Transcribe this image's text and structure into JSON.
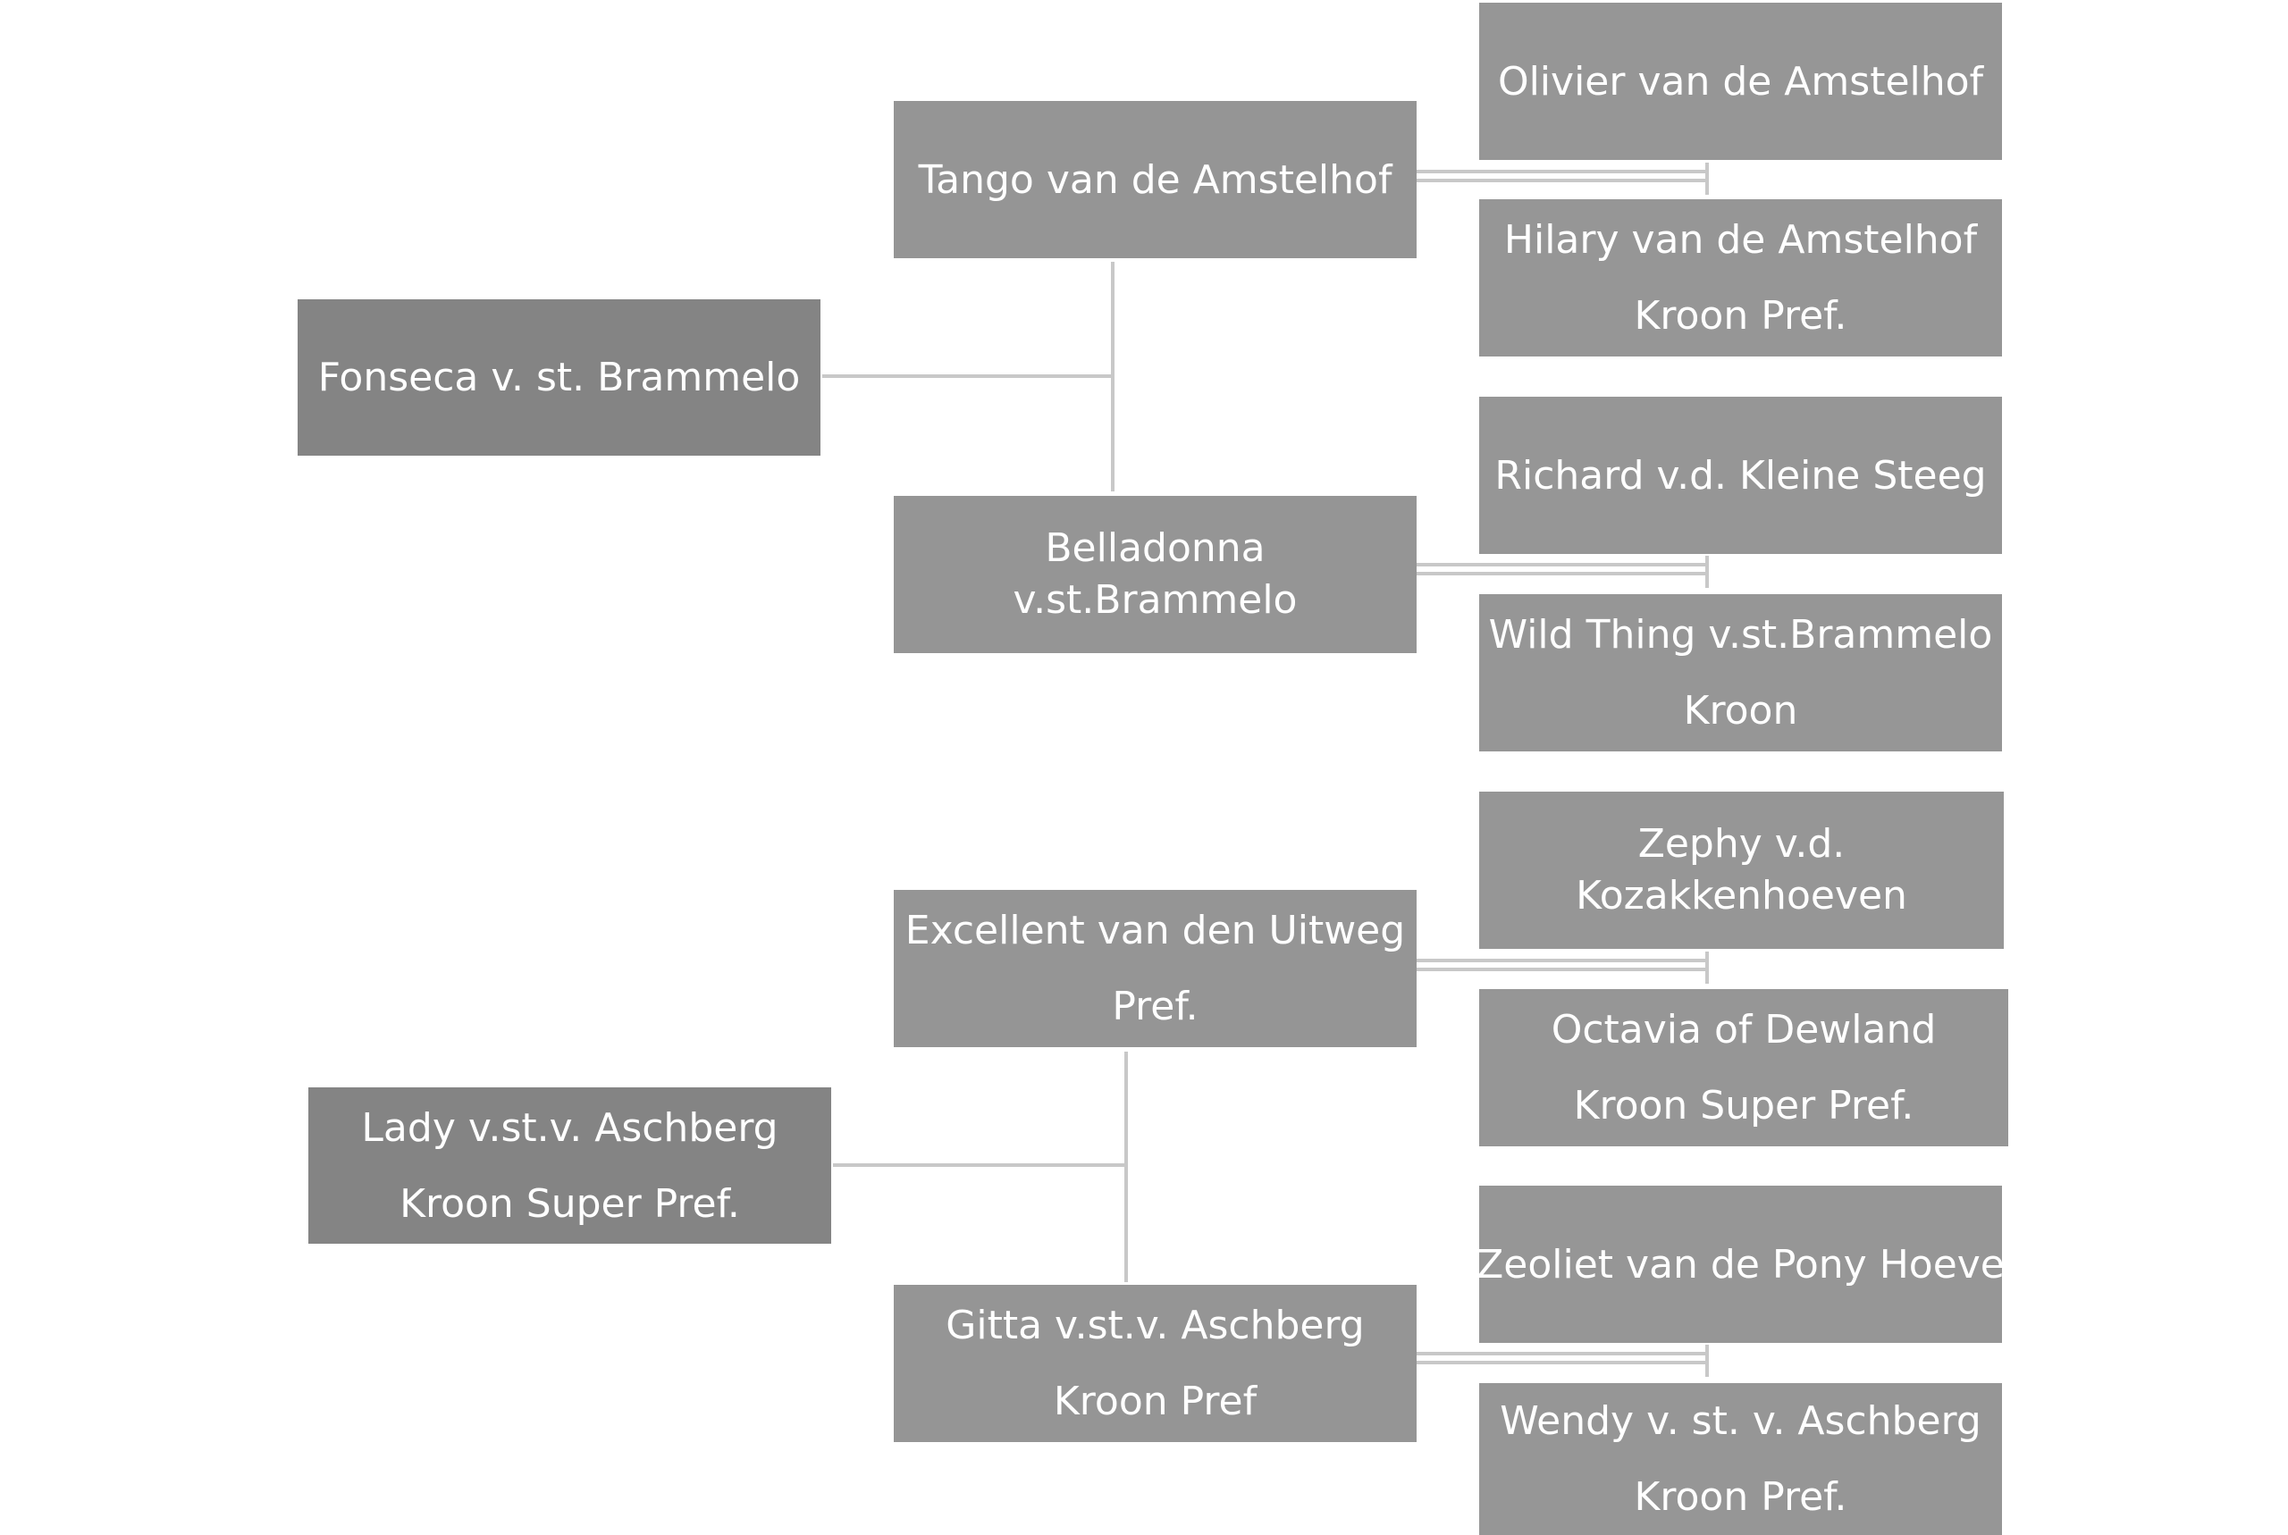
{
  "pedigree": {
    "sire_line": {
      "root": {
        "lines": [
          "Fonseca v. st. Brammelo"
        ]
      },
      "sire": {
        "lines": [
          "Tango van de Amstelhof"
        ]
      },
      "dam": {
        "lines": [
          "Belladonna",
          "v.st.Brammelo"
        ]
      },
      "sire_sire": {
        "lines": [
          "Olivier van de Amstelhof"
        ]
      },
      "sire_dam": {
        "lines": [
          "Hilary van de Amstelhof",
          "Kroon Pref."
        ]
      },
      "dam_sire": {
        "lines": [
          "Richard v.d. Kleine Steeg"
        ]
      },
      "dam_dam": {
        "lines": [
          "Wild Thing v.st.Brammelo",
          "Kroon"
        ]
      }
    },
    "dam_line": {
      "root": {
        "lines": [
          "Lady v.st.v. Aschberg",
          "Kroon Super Pref."
        ]
      },
      "sire": {
        "lines": [
          "Excellent van den Uitweg",
          "Pref."
        ]
      },
      "dam": {
        "lines": [
          "Gitta v.st.v. Aschberg",
          "Kroon Pref"
        ]
      },
      "sire_sire": {
        "lines": [
          "Zephy v.d.",
          "Kozakkenhoeven"
        ]
      },
      "sire_dam": {
        "lines": [
          "Octavia of Dewland",
          "Kroon Super Pref."
        ]
      },
      "dam_sire": {
        "lines": [
          "Zeoliet van de Pony Hoeve"
        ]
      },
      "dam_dam": {
        "lines": [
          "Wendy v. st. v. Aschberg",
          "Kroon Pref."
        ]
      }
    }
  },
  "colors": {
    "root_box": "#848484",
    "parent_box": "#959595",
    "grandparent_box": "#969696",
    "connector": "#c8c8c8",
    "text": "#ffffff"
  }
}
